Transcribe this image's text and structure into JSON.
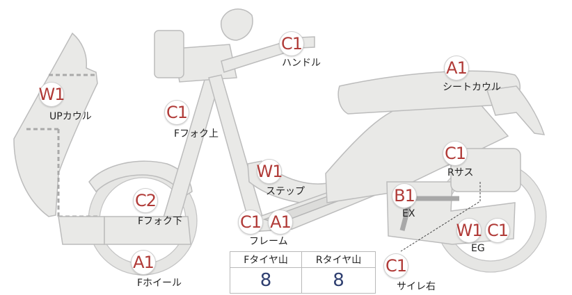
{
  "parts": [
    {
      "id": "handle",
      "code": "C1",
      "label": "ハンドル"
    },
    {
      "id": "seat-cowl",
      "code": "A1",
      "label": "シートカウル"
    },
    {
      "id": "up-cowl",
      "code": "W1",
      "label": "UPカウル"
    },
    {
      "id": "f-fork-upper",
      "code": "C1",
      "label": "Fフォク上"
    },
    {
      "id": "r-sus",
      "code": "C1",
      "label": "Rサス"
    },
    {
      "id": "step",
      "code": "W1",
      "label": "ステップ"
    },
    {
      "id": "ex",
      "code": "B1",
      "label": "EX"
    },
    {
      "id": "f-fork-lower",
      "code": "C2",
      "label": "Fフォク下"
    },
    {
      "id": "frame",
      "codes": [
        "C1",
        "A1"
      ],
      "label": "フレーム"
    },
    {
      "id": "eg",
      "codes": [
        "W1",
        "C1"
      ],
      "label": "EG"
    },
    {
      "id": "f-wheel",
      "code": "A1",
      "label": "Fホイール"
    },
    {
      "id": "silencer-right",
      "code": "C1",
      "label": "サイレ右"
    }
  ],
  "tread_table": {
    "headers": [
      "Fタイヤ山",
      "Rタイヤ山"
    ],
    "values": [
      "8",
      "8"
    ]
  },
  "colors": {
    "badge_text": "#b03a37",
    "tread_value": "#2f3f70",
    "part_fill": "#e9e9e7",
    "part_stroke": "#bcbcbc"
  }
}
